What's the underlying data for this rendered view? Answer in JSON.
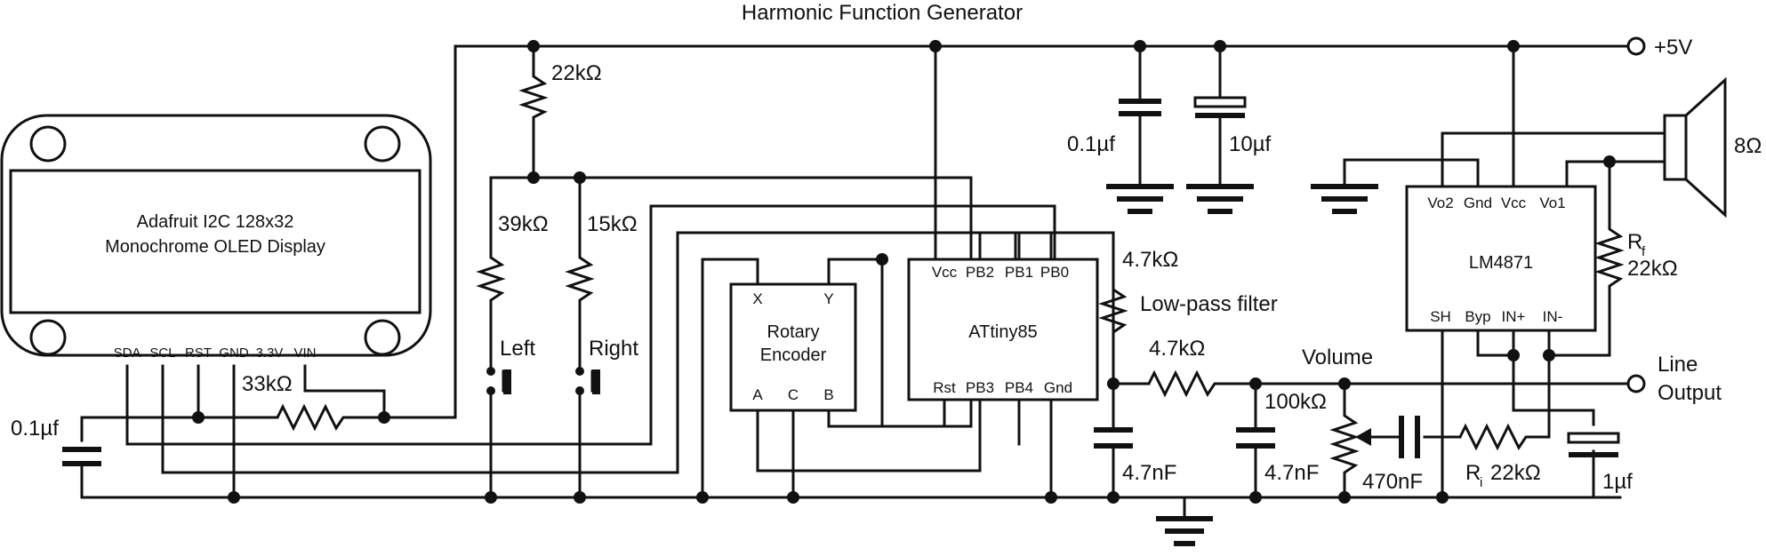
{
  "title": "Harmonic Function Generator",
  "labels": {
    "vplus": "+5V",
    "line_output_1": "Line",
    "line_output_2": "Output",
    "speaker_ohm": "8Ω",
    "lowpass": "Low-pass filter",
    "volume": "Volume"
  },
  "components": {
    "r22k_top": "22kΩ",
    "r39k": "39kΩ",
    "r15k": "15kΩ",
    "r33k": "33kΩ",
    "r47k_a": "4.7kΩ",
    "r47k_b": "4.7kΩ",
    "r100k": "100kΩ",
    "rf_sym": "R",
    "rf_sub": "f",
    "rf_val": "22kΩ",
    "ri_sym": "R",
    "ri_sub": "i",
    "ri_val": "22kΩ",
    "c01_top": "0.1µf",
    "c10_top": "10µf",
    "c01_left": "0.1µf",
    "c47n_a": "4.7nF",
    "c47n_b": "4.7nF",
    "c470n": "470nF",
    "c1u": "1µf"
  },
  "buttons": {
    "left": "Left",
    "right": "Right"
  },
  "oled": {
    "line1": "Adafruit I2C 128x32",
    "line2": "Monochrome OLED Display",
    "pins": [
      "SDA",
      "SCL",
      "RST",
      "GND",
      "3.3V",
      "VIN"
    ]
  },
  "encoder": {
    "name1": "Rotary",
    "name2": "Encoder",
    "pins_top": [
      "X",
      "Y"
    ],
    "pins_bottom": [
      "A",
      "C",
      "B"
    ]
  },
  "attiny": {
    "name": "ATtiny85",
    "pins_top": [
      "Vcc",
      "PB2",
      "PB1",
      "PB0"
    ],
    "pins_bottom": [
      "Rst",
      "PB3",
      "PB4",
      "Gnd"
    ]
  },
  "lm4871": {
    "name": "LM4871",
    "pins_top": [
      "Vo2",
      "Gnd",
      "Vcc",
      "Vo1"
    ],
    "pins_bottom": [
      "SH",
      "Byp",
      "IN+",
      "IN-"
    ]
  }
}
